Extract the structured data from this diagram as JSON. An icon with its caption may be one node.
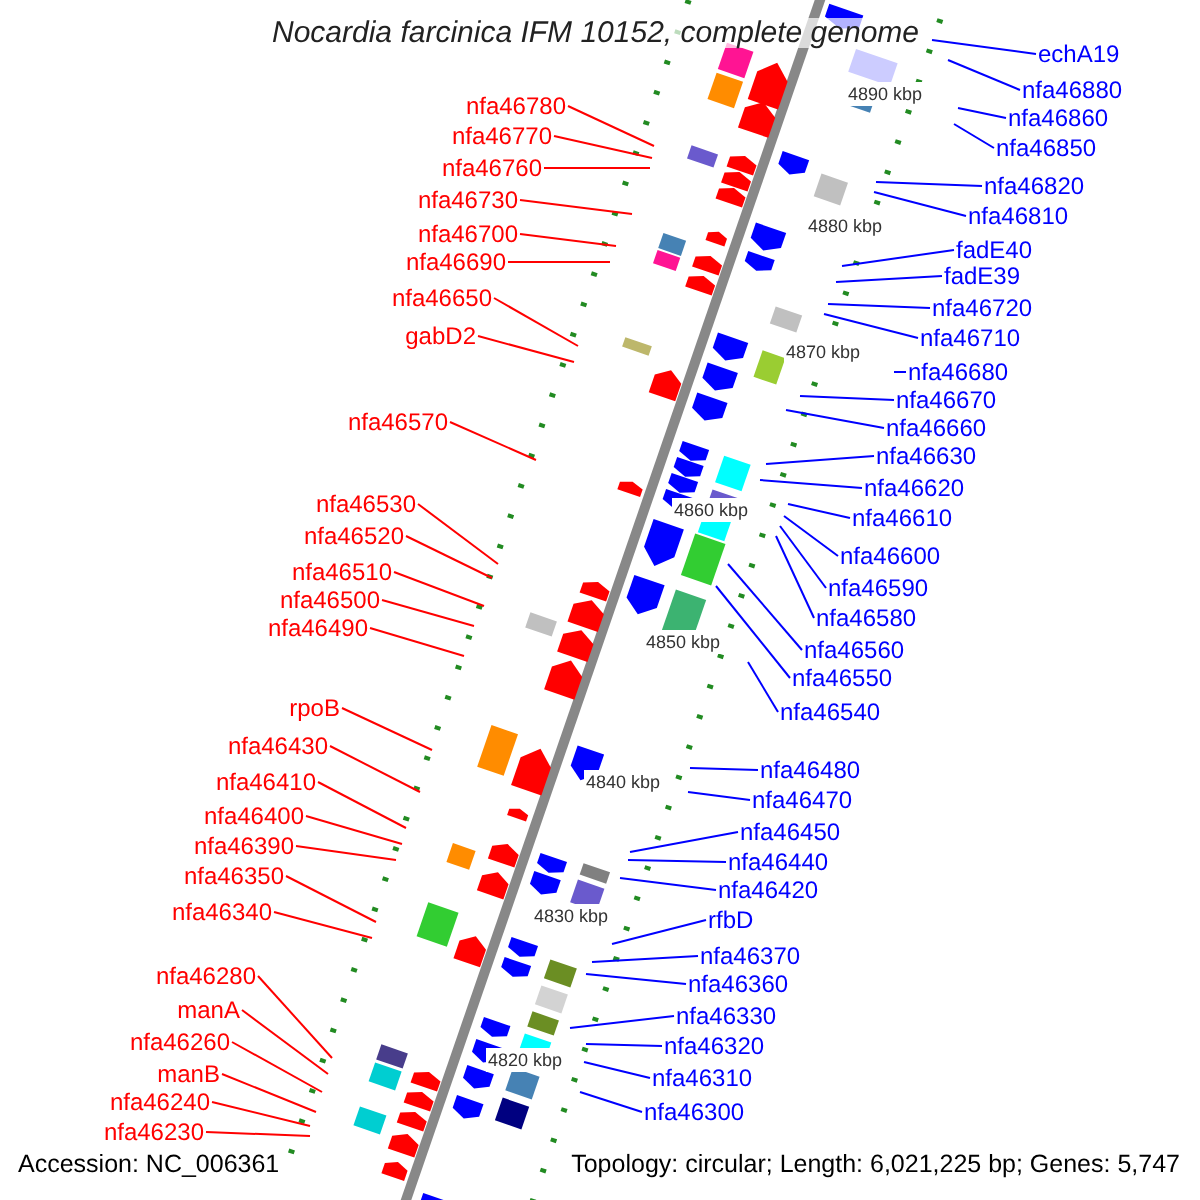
{
  "diagram": {
    "title": "Nocardia farcinica IFM 10152, complete genome",
    "nodes": [
      {
        "text": [
          "nfa46780"
        ]
      },
      {
        "text": [
          "nfa46770"
        ]
      },
      {
        "text": [
          "nfa46760"
        ]
      },
      {
        "text": [
          "nfa46730"
        ]
      },
      {
        "text": [
          "nfa46700"
        ]
      },
      {
        "text": [
          "nfa46690"
        ]
      },
      {
        "text": [
          "nfa46650"
        ]
      },
      {
        "text": [
          "gabD2"
        ]
      },
      {
        "text": [
          "nfa46570"
        ]
      },
      {
        "text": [
          "nfa46530"
        ]
      },
      {
        "text": [
          "nfa46520"
        ]
      },
      {
        "text": [
          "nfa46510"
        ]
      },
      {
        "text": [
          "nfa46500"
        ]
      },
      {
        "text": [
          "nfa46490"
        ]
      },
      {
        "text": [
          "rpoB"
        ]
      },
      {
        "text": [
          "nfa46430"
        ]
      },
      {
        "text": [
          "nfa46410"
        ]
      },
      {
        "text": [
          "nfa46400"
        ]
      },
      {
        "text": [
          "nfa46390"
        ]
      },
      {
        "text": [
          "nfa46350"
        ]
      },
      {
        "text": [
          "nfa46340"
        ]
      },
      {
        "text": [
          "nfa46280"
        ]
      },
      {
        "text": [
          "manA"
        ]
      },
      {
        "text": [
          "nfa46260"
        ]
      },
      {
        "text": [
          "manB"
        ]
      },
      {
        "text": [
          "nfa46240"
        ]
      },
      {
        "text": [
          "nfa46230"
        ]
      },
      {
        "text": [
          "echA19"
        ]
      },
      {
        "text": [
          "nfa46880"
        ]
      },
      {
        "text": [
          "nfa46860"
        ]
      },
      {
        "text": [
          "nfa46850"
        ]
      },
      {
        "text": [
          "nfa46820"
        ]
      },
      {
        "text": [
          "nfa46810"
        ]
      },
      {
        "text": [
          "fadE40"
        ]
      },
      {
        "text": [
          "fadE39"
        ]
      },
      {
        "text": [
          "nfa46720"
        ]
      },
      {
        "text": [
          "nfa46710"
        ]
      },
      {
        "text": [
          "nfa46680"
        ]
      },
      {
        "text": [
          "nfa46670"
        ]
      },
      {
        "text": [
          "nfa46660"
        ]
      },
      {
        "text": [
          "nfa46630"
        ]
      },
      {
        "text": [
          "nfa46620"
        ]
      },
      {
        "text": [
          "nfa46610"
        ]
      },
      {
        "text": [
          "nfa46600"
        ]
      },
      {
        "text": [
          "nfa46590"
        ]
      },
      {
        "text": [
          "nfa46580"
        ]
      },
      {
        "text": [
          "nfa46560"
        ]
      },
      {
        "text": [
          "nfa46550"
        ]
      },
      {
        "text": [
          "nfa46540"
        ]
      },
      {
        "text": [
          "nfa46480"
        ]
      },
      {
        "text": [
          "nfa46470"
        ]
      },
      {
        "text": [
          "nfa46450"
        ]
      },
      {
        "text": [
          "nfa46440"
        ]
      },
      {
        "text": [
          "nfa46420"
        ]
      },
      {
        "text": [
          "rfbD"
        ]
      },
      {
        "text": [
          "nfa46370"
        ]
      },
      {
        "text": [
          "nfa46360"
        ]
      },
      {
        "text": [
          "nfa46330"
        ]
      },
      {
        "text": [
          "nfa46320"
        ]
      },
      {
        "text": [
          "nfa46310"
        ]
      },
      {
        "text": [
          "nfa46300"
        ]
      }
    ],
    "edges": [
      {
        "from": 0,
        "to": null,
        "arrow": "none",
        "color": "#ff0000"
      },
      {
        "from": 1,
        "to": null,
        "arrow": "none",
        "color": "#ff0000"
      },
      {
        "from": 2,
        "to": null,
        "arrow": "none",
        "color": "#ff0000"
      },
      {
        "from": 3,
        "to": null,
        "arrow": "none",
        "color": "#ff0000"
      },
      {
        "from": 4,
        "to": null,
        "arrow": "none",
        "color": "#ff0000"
      },
      {
        "from": 5,
        "to": null,
        "arrow": "none",
        "color": "#ff0000"
      },
      {
        "from": 6,
        "to": null,
        "arrow": "none",
        "color": "#ff0000"
      },
      {
        "from": 7,
        "to": null,
        "arrow": "none",
        "color": "#ff0000"
      },
      {
        "from": 8,
        "to": null,
        "arrow": "none",
        "color": "#ff0000"
      },
      {
        "from": 9,
        "to": null,
        "arrow": "none",
        "color": "#ff0000"
      },
      {
        "from": 10,
        "to": null,
        "arrow": "none",
        "color": "#ff0000"
      },
      {
        "from": 11,
        "to": null,
        "arrow": "none",
        "color": "#ff0000"
      },
      {
        "from": 12,
        "to": null,
        "arrow": "none",
        "color": "#ff0000"
      },
      {
        "from": 13,
        "to": null,
        "arrow": "none",
        "color": "#ff0000"
      },
      {
        "from": 14,
        "to": null,
        "arrow": "none",
        "color": "#ff0000"
      },
      {
        "from": 15,
        "to": null,
        "arrow": "none",
        "color": "#ff0000"
      },
      {
        "from": 16,
        "to": null,
        "arrow": "none",
        "color": "#ff0000"
      },
      {
        "from": 17,
        "to": null,
        "arrow": "none",
        "color": "#ff0000"
      },
      {
        "from": 18,
        "to": null,
        "arrow": "none",
        "color": "#ff0000"
      },
      {
        "from": 19,
        "to": null,
        "arrow": "none",
        "color": "#ff0000"
      },
      {
        "from": 20,
        "to": null,
        "arrow": "none",
        "color": "#ff0000"
      },
      {
        "from": 21,
        "to": null,
        "arrow": "none",
        "color": "#ff0000"
      },
      {
        "from": 22,
        "to": null,
        "arrow": "none",
        "color": "#ff0000"
      },
      {
        "from": 23,
        "to": null,
        "arrow": "none",
        "color": "#ff0000"
      },
      {
        "from": 24,
        "to": null,
        "arrow": "none",
        "color": "#ff0000"
      },
      {
        "from": 25,
        "to": null,
        "arrow": "none",
        "color": "#ff0000"
      },
      {
        "from": 26,
        "to": null,
        "arrow": "none",
        "color": "#ff0000"
      },
      {
        "from": 27,
        "to": null,
        "arrow": "none"
      },
      {
        "from": 28,
        "to": null,
        "arrow": "none"
      },
      {
        "from": 29,
        "to": null,
        "arrow": "none"
      },
      {
        "from": 30,
        "to": null,
        "arrow": "none"
      },
      {
        "from": 31,
        "to": null,
        "arrow": "none"
      },
      {
        "from": 32,
        "to": null,
        "arrow": "none"
      },
      {
        "from": 33,
        "to": null,
        "arrow": "none"
      },
      {
        "from": 34,
        "to": null,
        "arrow": "none"
      },
      {
        "from": 35,
        "to": null,
        "arrow": "none"
      },
      {
        "from": 36,
        "to": null,
        "arrow": "none"
      },
      {
        "from": 37,
        "to": null,
        "arrow": "none"
      },
      {
        "from": 38,
        "to": null,
        "arrow": "none"
      },
      {
        "from": 39,
        "to": null,
        "arrow": "none"
      },
      {
        "from": 40,
        "to": null,
        "arrow": "none"
      },
      {
        "from": 41,
        "to": null,
        "arrow": "none"
      },
      {
        "from": 42,
        "to": null,
        "arrow": "none"
      },
      {
        "from": 43,
        "to": null,
        "arrow": "none"
      },
      {
        "from": 44,
        "to": null,
        "arrow": "none"
      },
      {
        "from": 45,
        "to": null,
        "arrow": "none"
      },
      {
        "from": 46,
        "to": null,
        "arrow": "none"
      },
      {
        "from": 47,
        "to": null,
        "arrow": "none"
      },
      {
        "from": 48,
        "to": null,
        "arrow": "none"
      },
      {
        "from": 49,
        "to": null,
        "arrow": "none"
      },
      {
        "from": 50,
        "to": null,
        "arrow": "none"
      },
      {
        "from": 51,
        "to": null,
        "arrow": "none"
      },
      {
        "from": 52,
        "to": null,
        "arrow": "none"
      },
      {
        "from": 53,
        "to": null,
        "arrow": "none"
      },
      {
        "from": 54,
        "to": null,
        "arrow": "none"
      },
      {
        "from": 55,
        "to": null,
        "arrow": "none"
      },
      {
        "from": 56,
        "to": null,
        "arrow": "none"
      },
      {
        "from": 57,
        "to": null,
        "arrow": "none"
      },
      {
        "from": 58,
        "to": null,
        "arrow": "none"
      },
      {
        "from": 59,
        "to": null,
        "arrow": "none"
      },
      {
        "from": 60,
        "to": null,
        "arrow": "none"
      }
    ],
    "labels": [
      "4890 kbp",
      "4880 kbp",
      "4870 kbp",
      "4860 kbp",
      "4850 kbp",
      "4840 kbp",
      "4830 kbp",
      "4820 kbp",
      "Accession: NC_006361",
      "Topology: circular; Length: 6,021,225 bp; Genes: 5,747"
    ]
  }
}
